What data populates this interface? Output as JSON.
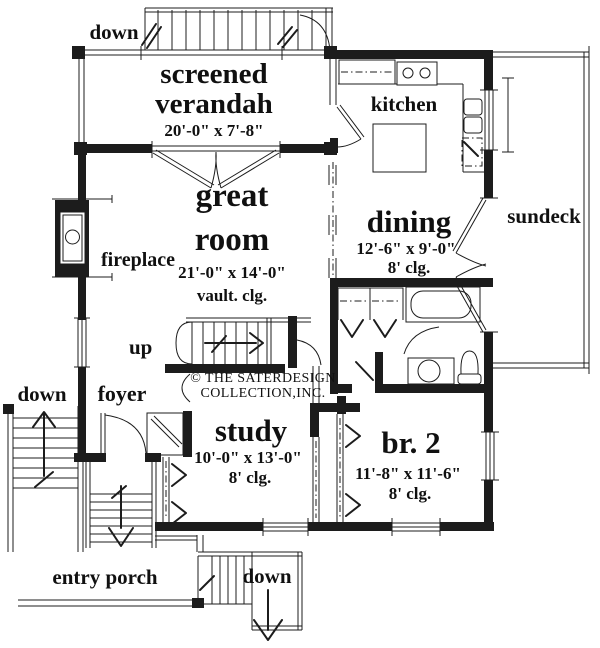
{
  "copyright": {
    "line1": "© THE SATERDESIGN",
    "line2": "COLLECTION,INC."
  },
  "rooms": {
    "verandah": {
      "name_line1": "screened",
      "name_line2": "verandah",
      "dims": "20'-0\" x 7'-8\""
    },
    "great_room": {
      "name_line1": "great",
      "name_line2": "room",
      "dims": "21'-0\" x 14'-0\"",
      "ceiling": "vault. clg."
    },
    "kitchen": {
      "name": "kitchen"
    },
    "dining": {
      "name": "dining",
      "dims": "12'-6\" x 9'-0\"",
      "ceiling": "8' clg."
    },
    "sundeck": {
      "name": "sundeck"
    },
    "study": {
      "name": "study",
      "dims": "10'-0\" x 13'-0\"",
      "ceiling": "8' clg."
    },
    "bedroom2": {
      "name": "br. 2",
      "dims": "11'-8\" x 11'-6\"",
      "ceiling": "8' clg."
    },
    "foyer": {
      "name": "foyer"
    },
    "entry_porch": {
      "name": "entry porch"
    },
    "fireplace": {
      "name": "fireplace"
    }
  },
  "stairs": {
    "top": {
      "label": "down"
    },
    "left": {
      "label": "down"
    },
    "bottom": {
      "label": "down"
    },
    "interior": {
      "label": "up"
    }
  },
  "colors": {
    "ink": "#1c1c1c",
    "paper": "#ffffff"
  }
}
